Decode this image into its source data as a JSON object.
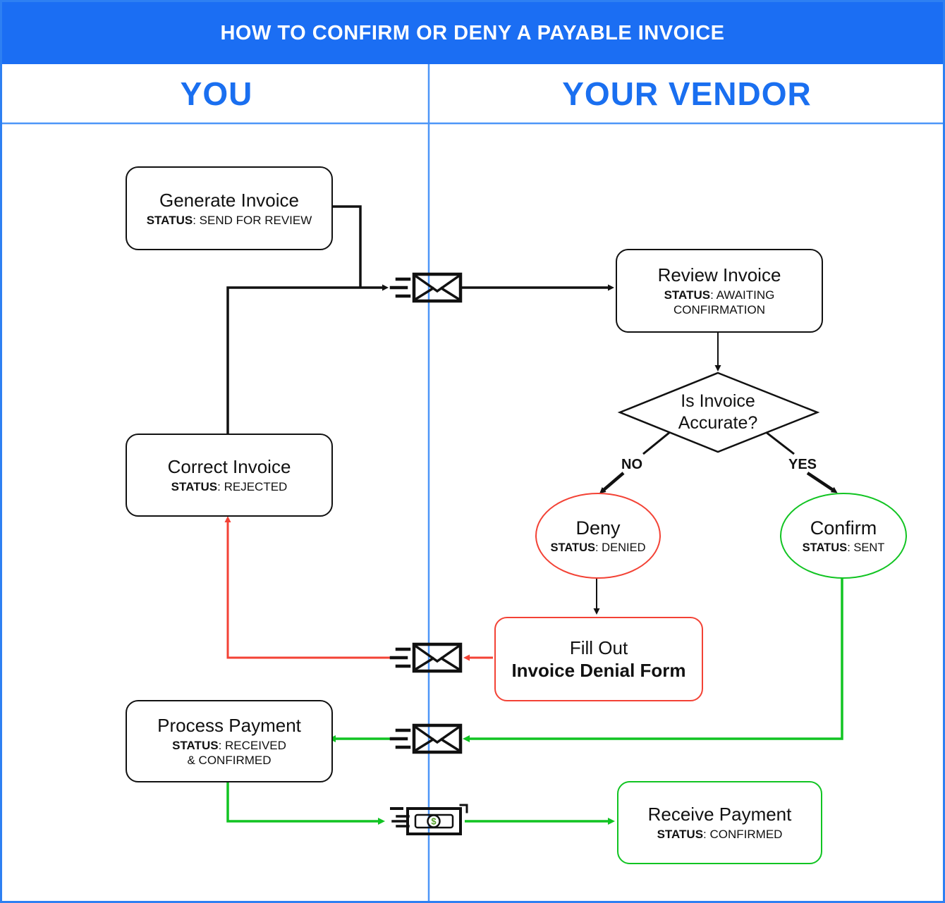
{
  "header": {
    "title": "HOW TO CONFIRM OR DENY A PAYABLE INVOICE"
  },
  "lanes": {
    "you": "YOU",
    "vendor": "YOUR VENDOR"
  },
  "colors": {
    "header_bg": "#1b6ef3",
    "lane_text": "#1a6ff0",
    "divider_blue": "#4d96f8",
    "frame_blue": "#2e80f2",
    "flow_black": "#111111",
    "flow_red": "#f34235",
    "flow_green": "#11c422",
    "dollar_green": "#55a028"
  },
  "decision_labels": {
    "no": "NO",
    "yes": "YES"
  },
  "nodes": {
    "generate_invoice": {
      "title": "Generate Invoice",
      "status_label": "STATUS",
      "status_value": ": SEND FOR REVIEW"
    },
    "review_invoice": {
      "title": "Review Invoice",
      "status_label": "STATUS",
      "status_value": ": AWAITING",
      "status_line2": "CONFIRMATION"
    },
    "is_invoice_accurate": {
      "title": "Is Invoice Accurate?"
    },
    "deny": {
      "title": "Deny",
      "status_label": "STATUS",
      "status_value": ": DENIED"
    },
    "confirm": {
      "title": "Confirm",
      "status_label": "STATUS",
      "status_value": ": SENT"
    },
    "fill_out_denial_form": {
      "line1": "Fill Out",
      "line2": "Invoice Denial Form"
    },
    "correct_invoice": {
      "title": "Correct Invoice",
      "status_label": "STATUS",
      "status_value": ": REJECTED"
    },
    "process_payment": {
      "title": "Process Payment",
      "status_label": "STATUS",
      "status_value": ": RECEIVED",
      "status_line2": "& CONFIRMED"
    },
    "receive_payment": {
      "title": "Receive Payment",
      "status_label": "STATUS",
      "status_value": ": CONFIRMED"
    }
  },
  "icons": {
    "envelope": "envelope-icon",
    "cash": "banknote-icon",
    "dollar": "$"
  }
}
